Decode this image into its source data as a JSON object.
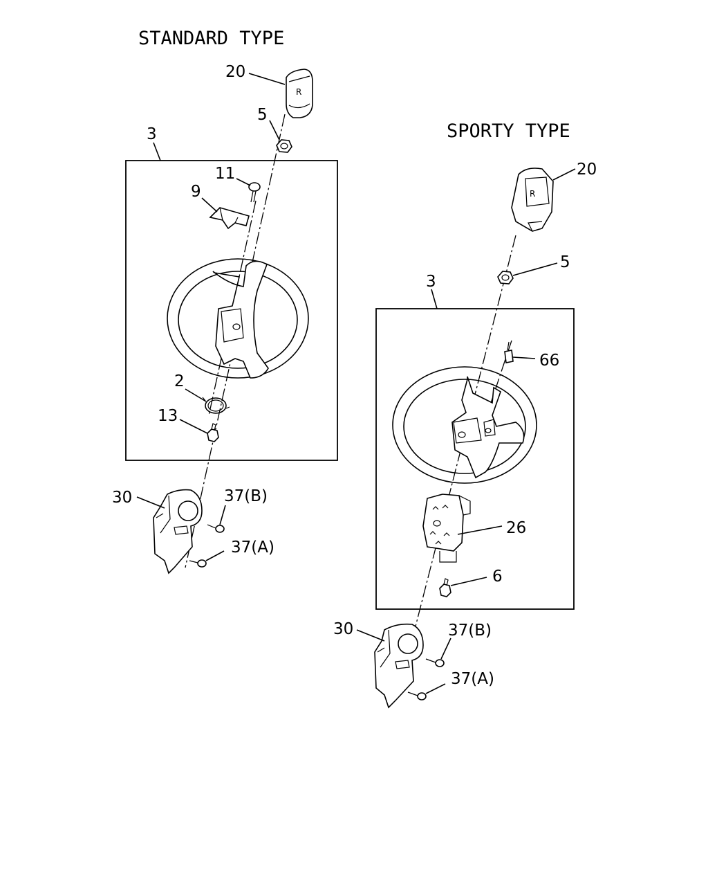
{
  "standard": {
    "title": "STANDARD TYPE",
    "labels": {
      "p20": "20",
      "p5": "5",
      "p3": "3",
      "p11": "11",
      "p9": "9",
      "p2": "2",
      "p13": "13",
      "p30": "30",
      "p37b": "37(B)",
      "p37a": "37(A)"
    }
  },
  "sporty": {
    "title": "SPORTY TYPE",
    "labels": {
      "p20": "20",
      "p5": "5",
      "p3": "3",
      "p66": "66",
      "p26": "26",
      "p6": "6",
      "p30": "30",
      "p37b": "37(B)",
      "p37a": "37(A)"
    }
  }
}
